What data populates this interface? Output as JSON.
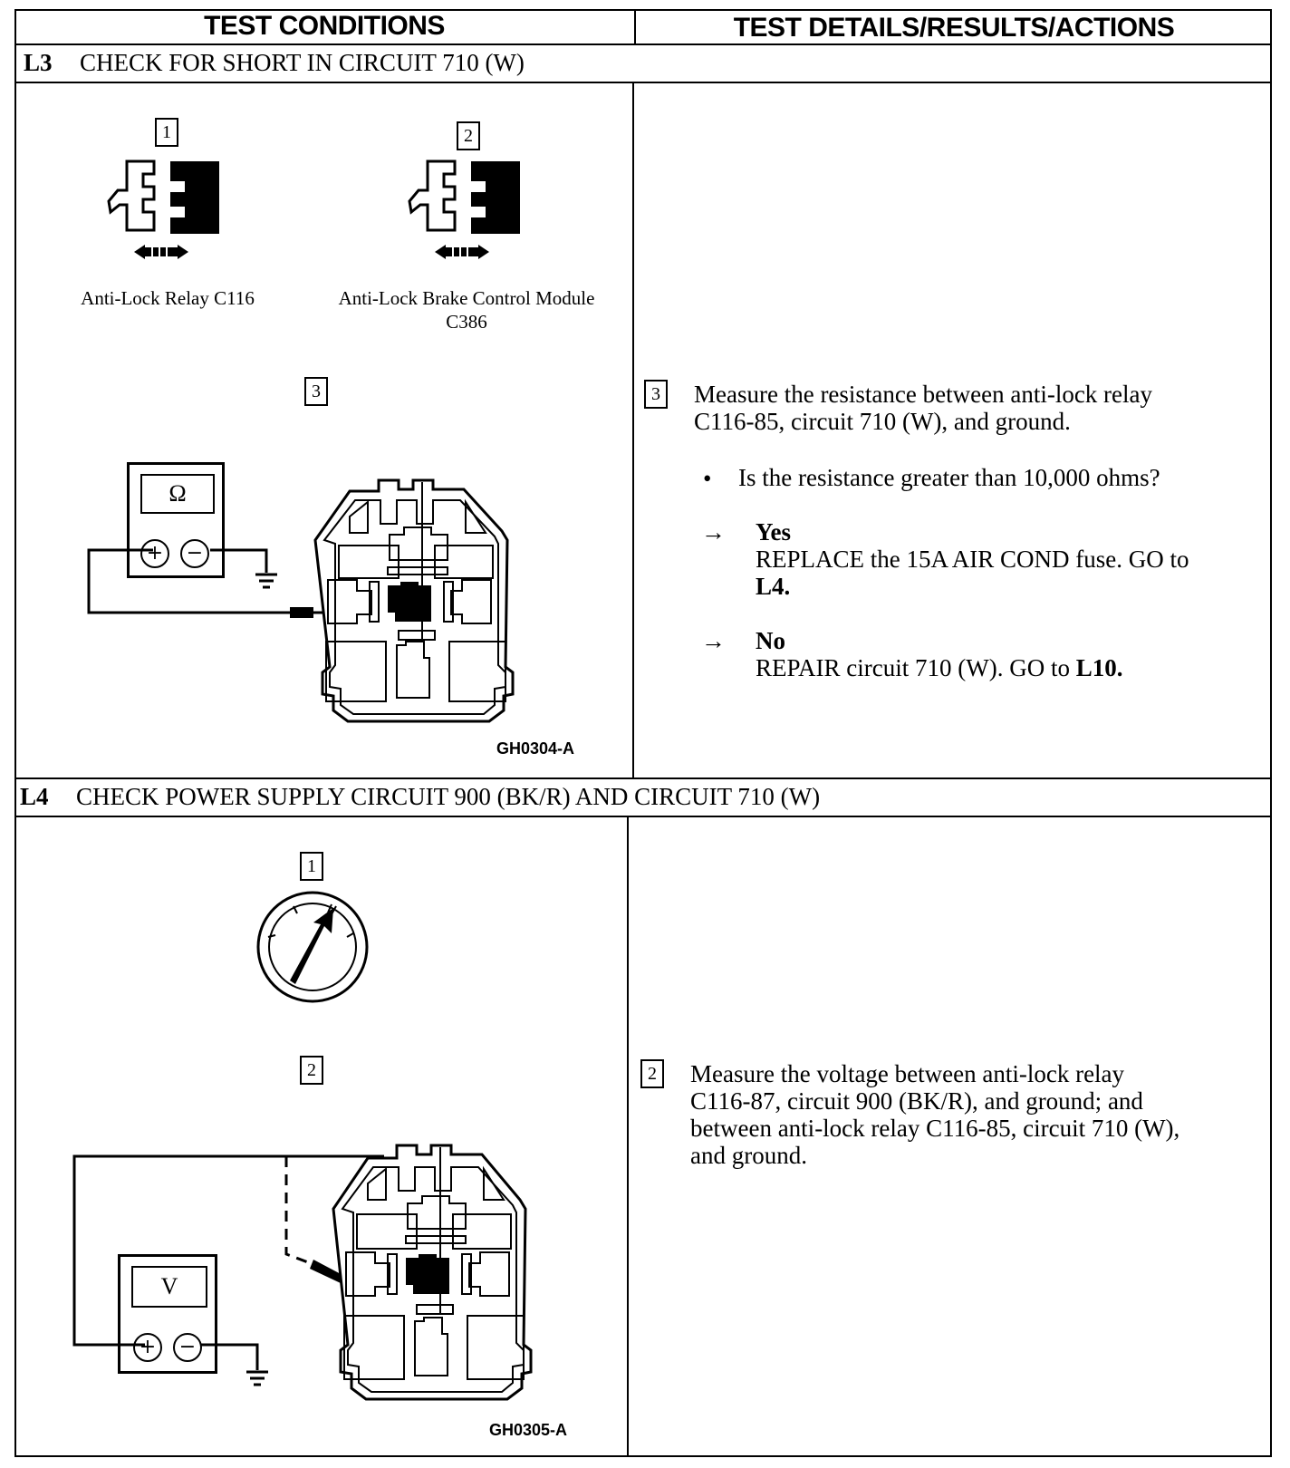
{
  "columns": {
    "left": "TEST CONDITIONS",
    "right": "TEST DETAILS/RESULTS/ACTIONS"
  },
  "sections": [
    {
      "code": "L3",
      "title": "CHECK FOR SHORT IN CIRCUIT 710 (W)",
      "figure": {
        "callouts": [
          "1",
          "2",
          "3"
        ],
        "captions": {
          "relay": "Anti-Lock Relay C116",
          "module_line1": "Anti-Lock Brake Control Module",
          "module_line2": "C386"
        },
        "meter_symbol": "Ω",
        "meter_plus": "+",
        "meter_minus": "−",
        "figure_id": "GH0304-A"
      },
      "step": {
        "number": "3",
        "text_line1": "Measure the resistance between anti-lock relay",
        "text_line2": "C116-85, circuit 710 (W), and ground.",
        "bullet": "•",
        "question": "Is the resistance greater than 10,000 ohms?",
        "arrow": "→",
        "yes_label": "Yes",
        "yes_text_line1": "REPLACE the 15A AIR COND fuse. GO to",
        "yes_goto": "L4.",
        "no_label": "No",
        "no_text": "REPAIR circuit 710 (W). GO to ",
        "no_goto": "L10."
      }
    },
    {
      "code": "L4",
      "title": "CHECK POWER SUPPLY CIRCUIT 900 (BK/R) AND CIRCUIT 710 (W)",
      "figure": {
        "callouts": [
          "1",
          "2"
        ],
        "meter_symbol": "V",
        "meter_plus": "+",
        "meter_minus": "−",
        "figure_id": "GH0305-A"
      },
      "step": {
        "number": "2",
        "text_line1": "Measure the voltage between anti-lock relay",
        "text_line2": "C116-87, circuit 900 (BK/R), and ground; and",
        "text_line3": "between anti-lock relay C116-85, circuit 710 (W),",
        "text_line4": "and ground."
      }
    }
  ]
}
